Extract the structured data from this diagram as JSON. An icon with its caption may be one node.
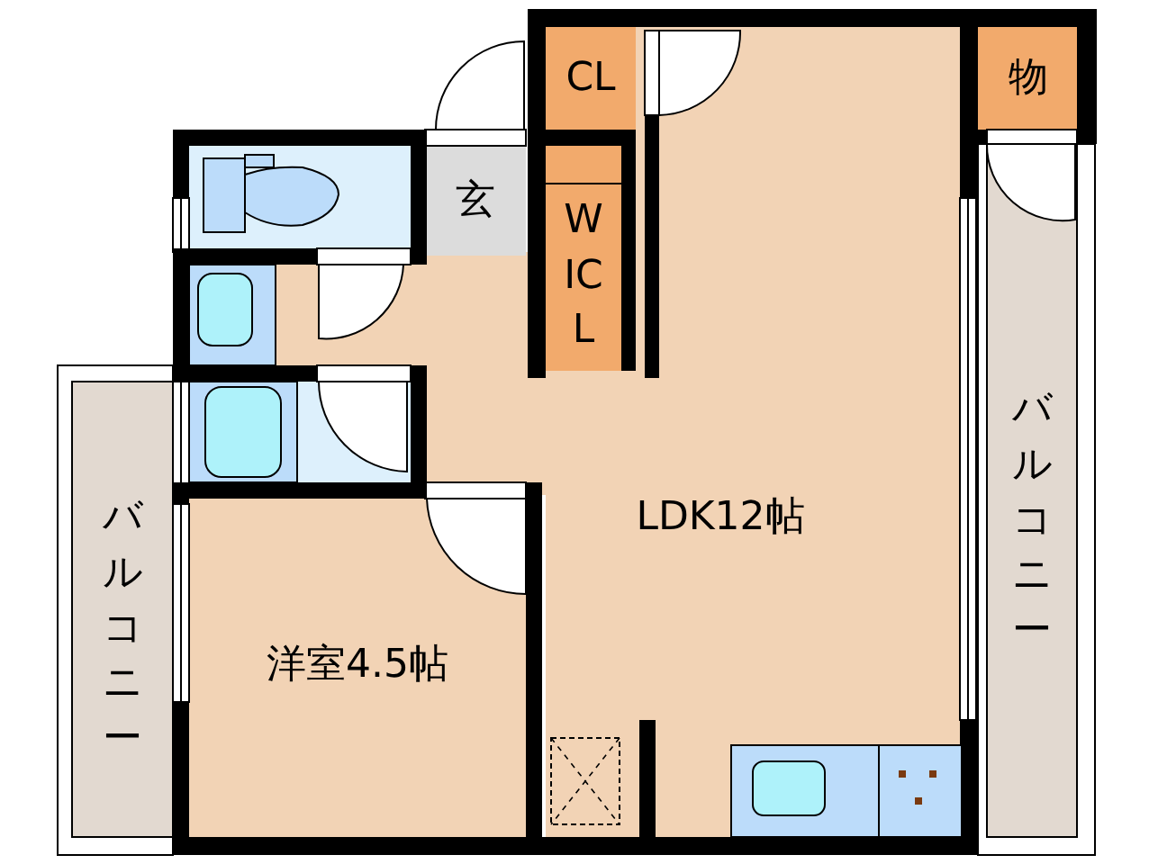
{
  "diagram": {
    "nodes": [
      {
        "text": [
          "CL"
        ]
      },
      {
        "text": [
          "物"
        ]
      },
      {
        "text": [
          "玄"
        ]
      },
      {
        "text": [
          "WICL"
        ]
      },
      {
        "text": [
          "LDK12帖"
        ]
      },
      {
        "text": [
          "バルコニー"
        ]
      },
      {
        "text": [
          "バルコニー"
        ]
      },
      {
        "text": [
          "洋室4.5帖"
        ]
      }
    ]
  }
}
